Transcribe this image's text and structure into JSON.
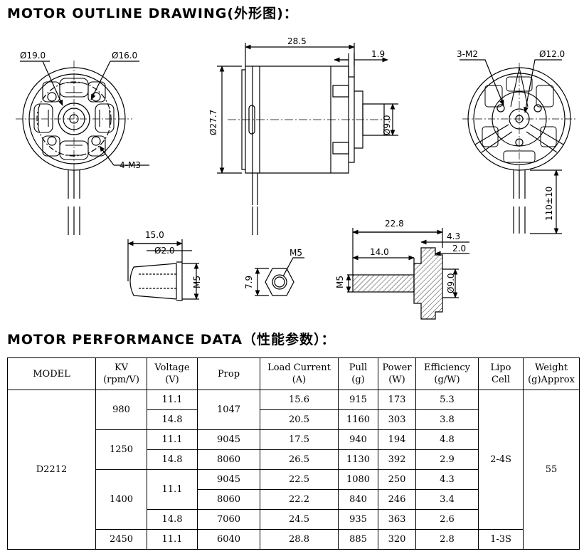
{
  "headings": {
    "outline": "MOTOR OUTLINE DRAWING(外形图)：",
    "performance": "MOTOR PERFORMANCE DATA（性能参数）："
  },
  "dims": {
    "front_d19": "Ø19.0",
    "front_d16": "Ø16.0",
    "front_m3": "4-M3",
    "side_len": "28.5",
    "side_step": "1.9",
    "side_dia": "Ø27.7",
    "side_shaft": "Ø9.0",
    "rear_m2": "3-M2",
    "rear_d12": "Ø12.0",
    "rear_lead": "110±10",
    "cone_len": "15.0",
    "cone_d2": "Ø2.0",
    "cone_m5": "M5",
    "nut_m5": "M5",
    "nut_h": "7.9",
    "adapter_len": "22.8",
    "adapter_flange": "4.3",
    "adapter_14": "14.0",
    "adapter_2": "2.0",
    "adapter_m5": "M5",
    "adapter_d9": "Ø9.0"
  },
  "table": {
    "headers": {
      "model": "MODEL",
      "kv": [
        "KV",
        "(rpm/V)"
      ],
      "voltage": [
        "Voltage",
        "(V)"
      ],
      "prop": "Prop",
      "current": [
        "Load Current",
        "(A)"
      ],
      "pull": [
        "Pull",
        "(g)"
      ],
      "power": [
        "Power",
        "(W)"
      ],
      "efficiency": [
        "Efficiency",
        "(g/W)"
      ],
      "lipo": [
        "Lipo",
        "Cell"
      ],
      "weight": [
        "Weight",
        "(g)Approx"
      ]
    },
    "model": "D2212",
    "weight": "55",
    "lipo_main": "2-4S",
    "lipo_last": "1-3S",
    "kv_values": [
      "980",
      "1250",
      "1400",
      "2450"
    ],
    "rows": [
      {
        "voltage": "11.1",
        "prop": "1047",
        "current": "15.6",
        "pull": "915",
        "power": "173",
        "efficiency": "5.3"
      },
      {
        "voltage": "14.8",
        "prop": "1047",
        "current": "20.5",
        "pull": "1160",
        "power": "303",
        "efficiency": "3.8"
      },
      {
        "voltage": "11.1",
        "prop": "9045",
        "current": "17.5",
        "pull": "940",
        "power": "194",
        "efficiency": "4.8"
      },
      {
        "voltage": "14.8",
        "prop": "8060",
        "current": "26.5",
        "pull": "1130",
        "power": "392",
        "efficiency": "2.9"
      },
      {
        "voltage": "11.1",
        "prop": "9045",
        "current": "22.5",
        "pull": "1080",
        "power": "250",
        "efficiency": "4.3"
      },
      {
        "voltage": "11.1",
        "prop": "8060",
        "current": "22.2",
        "pull": "840",
        "power": "246",
        "efficiency": "3.4"
      },
      {
        "voltage": "14.8",
        "prop": "7060",
        "current": "24.5",
        "pull": "935",
        "power": "363",
        "efficiency": "2.6"
      },
      {
        "voltage": "11.1",
        "prop": "6040",
        "current": "28.8",
        "pull": "885",
        "power": "320",
        "efficiency": "2.8"
      }
    ]
  }
}
